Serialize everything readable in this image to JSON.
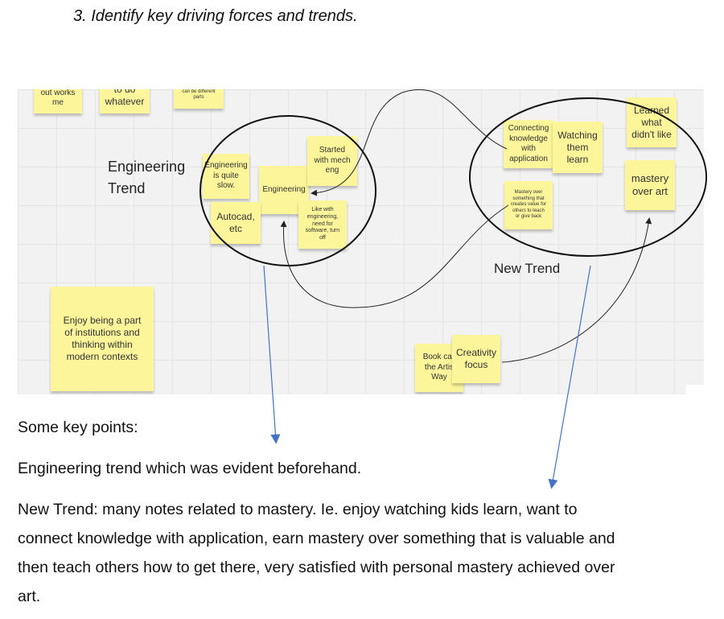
{
  "heading": "3. Identify key driving forces and trends.",
  "board": {
    "labels": {
      "engineering_trend": "Engineering\nTrend",
      "new_trend": "New Trend"
    },
    "notes": {
      "out_works": "out works\nme",
      "whatever": "to do\nwhatever",
      "different_parts": "can be different\nparts",
      "engineering_slow": "Engineering\nis quite\nslow.",
      "started_mech": "Started\nwith mech\neng",
      "engineering": "Engineering",
      "autocad": "Autocad,\netc",
      "like_engineering": "Like with\nengineering,\nneed for\nsoftware, turn\noff",
      "connecting": "Connecting\nknowledge\nwith\napplication",
      "watching": "Watching\nthem\nlearn",
      "learned": "Learned\nwhat\ndidn't like",
      "mastery_art": "mastery\nover art",
      "mastery_value": "Mastery over\nsomething that\ncreates value for\nothers to teach\nor give back",
      "institutions": "Enjoy being a part\nof institutions and\nthinking within\nmodern contexts",
      "book_call": "Book call\nthe Artis\nWay",
      "creativity": "Creativity\nfocus"
    }
  },
  "body": {
    "key_points": "Some key points:",
    "engineering_point": "Engineering trend which was evident beforehand.",
    "new_trend_line1": "New Trend:  many notes related to mastery. Ie. enjoy watching kids learn, want to",
    "new_trend_line2": "connect knowledge with application, earn mastery over something that is valuable and",
    "new_trend_line3": "then teach others how to get there, very satisfied with personal mastery achieved over",
    "new_trend_line4": "art."
  },
  "colors": {
    "note": "#fdf59a",
    "board": "#f2f2f2",
    "pointer_arrow": "#4472c4",
    "ink": "#222222"
  }
}
